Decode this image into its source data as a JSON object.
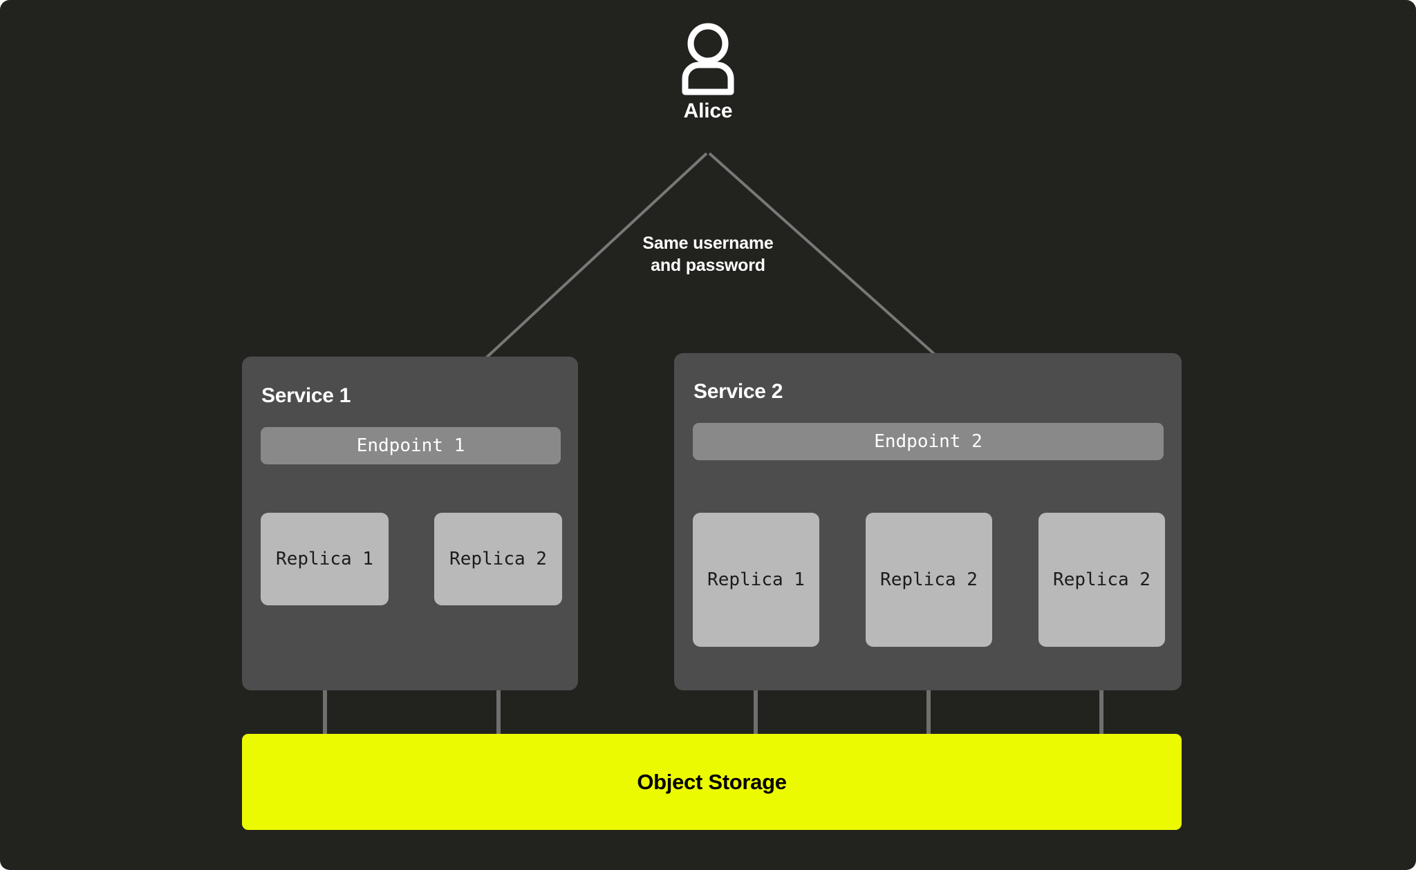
{
  "diagram": {
    "background_color": "#22231f",
    "actor": {
      "icon": "person-icon",
      "label": "Alice"
    },
    "caption": {
      "line1": "Same username",
      "line2": "and password"
    },
    "services": [
      {
        "title": "Service 1",
        "endpoint": "Endpoint 1",
        "replicas": [
          "Replica 1",
          "Replica 2"
        ]
      },
      {
        "title": "Service 2",
        "endpoint": "Endpoint 2",
        "replicas": [
          "Replica 1",
          "Replica 2",
          "Replica 2"
        ]
      }
    ],
    "storage": {
      "label": "Object Storage",
      "color": "#ecfa00",
      "text_color": "#000000"
    },
    "colors": {
      "service_box": "#4d4d4d",
      "endpoint_box": "#898989",
      "replica_box": "#b9b9b9",
      "connector": "#6f6f6f",
      "arrow": "#787878",
      "text_light": "#ffffff"
    }
  }
}
